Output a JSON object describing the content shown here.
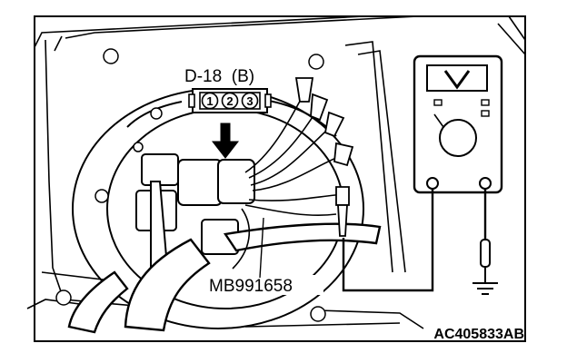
{
  "connector_label": "D-18  (B)",
  "pins": [
    "1",
    "2",
    "3"
  ],
  "tool_label": "MB991658",
  "figure_id": "AC405833AB",
  "meter": {
    "mode_symbol": "V",
    "mode_icon": "voltmeter-v-icon"
  },
  "arrow": "down-arrow-icon",
  "ground": "ground-icon",
  "colors": {
    "line": "#000000",
    "background": "#ffffff"
  }
}
